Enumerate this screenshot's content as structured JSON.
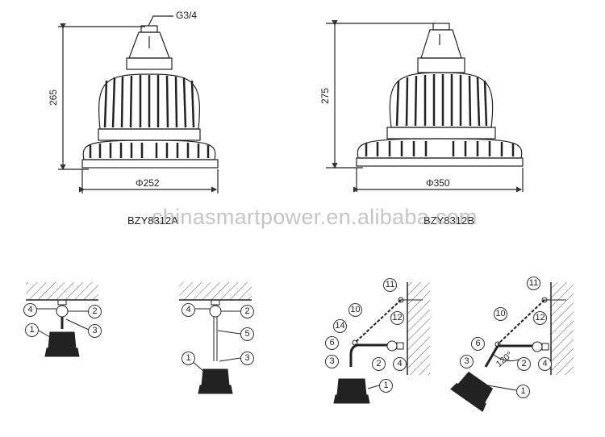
{
  "figure_a": {
    "model": "BZY8312A",
    "thread_label": "G3/4",
    "height_label": "265",
    "diameter_label": "Φ252"
  },
  "figure_b": {
    "model": "BZY8312B",
    "height_label": "275",
    "diameter_label": "Φ350"
  },
  "watermark": "chinasmartpower.en.alibaba.com",
  "installations": [
    {
      "name": "ceiling-direct",
      "callouts": [
        "1",
        "2",
        "3",
        "4"
      ]
    },
    {
      "name": "ceiling-pendant",
      "callouts": [
        "1",
        "2",
        "3",
        "4",
        "5"
      ]
    },
    {
      "name": "wall-bracket-vertical",
      "callouts": [
        "1",
        "2",
        "3",
        "4",
        "6",
        "10",
        "11",
        "12",
        "14"
      ]
    },
    {
      "name": "wall-bracket-angled",
      "callouts": [
        "1",
        "2",
        "3",
        "4",
        "6",
        "10",
        "11",
        "12"
      ],
      "angle_label": "120°"
    }
  ],
  "callout_numbers": {
    "n1": "1",
    "n2": "2",
    "n3": "3",
    "n4": "4",
    "n5": "5",
    "n6": "6",
    "n10": "10",
    "n11": "11",
    "n12": "12",
    "n14": "14"
  }
}
